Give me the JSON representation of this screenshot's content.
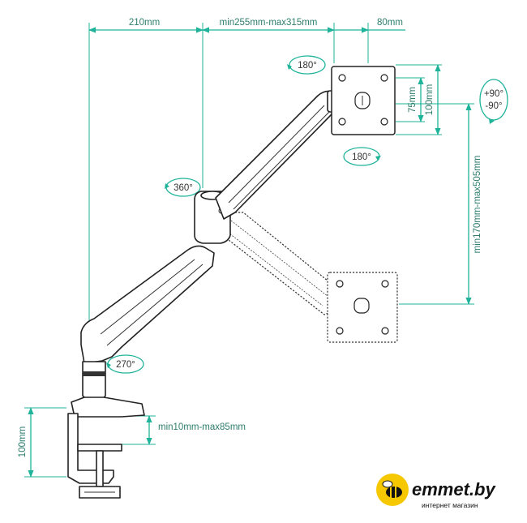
{
  "dimensions": {
    "top_left": "210mm",
    "top_middle": "min255mm-max315mm",
    "top_right": "80mm",
    "plate_inner": "75mm",
    "plate_outer": "100mm",
    "height_range": "min170mm-max505mm",
    "clamp_thickness": "min10mm-max85mm",
    "clamp_height": "100mm"
  },
  "rotations": {
    "plate_top": "180°",
    "plate_bottom": "180°",
    "tilt": "+90°\n-90°",
    "tilt_plus": "+90°",
    "tilt_minus": "-90°",
    "arm_joint": "360°",
    "base": "270°"
  },
  "brand": {
    "name": "emmet.by",
    "tagline": "интернет магазин",
    "accent_color": "#f5c800"
  },
  "colors": {
    "dimension_line": "#1fb39a",
    "outline": "#222222"
  }
}
